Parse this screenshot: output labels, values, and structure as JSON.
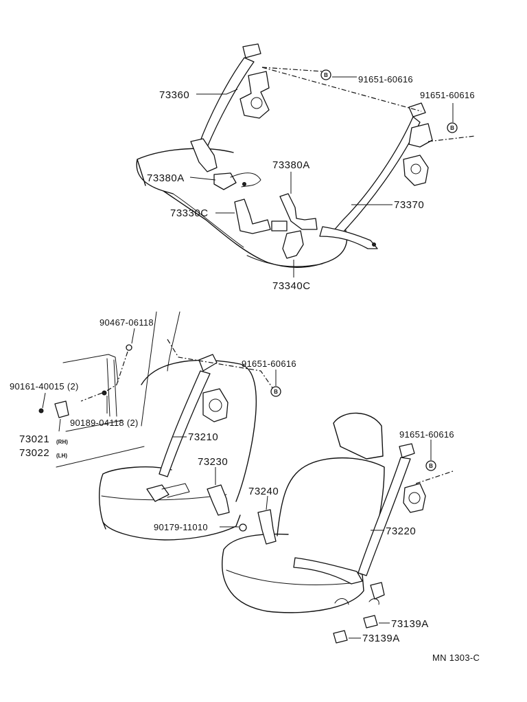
{
  "rear_seat": {
    "labels": {
      "p73360": "73360",
      "p73380a_left": "73380A",
      "p73330c": "73330C",
      "p73380a_center": "73380A",
      "p73370": "73370",
      "p73340c": "73340C",
      "bolt_top": "91651-60616",
      "bolt_right": "91651-60616"
    },
    "marker": "B"
  },
  "front_seat": {
    "labels": {
      "p90467": "90467-06118",
      "p91651_upper": "91651-60616",
      "p90161": "90161-40015 (2)",
      "p90189": "90189-04118 (2)",
      "p73021": "73021",
      "p73021_side": "(RH)",
      "p73022": "73022",
      "p73022_side": "(LH)",
      "p73210": "73210",
      "p73230": "73230",
      "p73240": "73240",
      "p91651_right": "91651-60616",
      "p73220": "73220",
      "p90179": "90179-11010",
      "p73139a_upper": "73139A",
      "p73139a_lower": "73139A"
    },
    "marker": "B"
  },
  "footer": {
    "code": "MN 1303-C"
  }
}
